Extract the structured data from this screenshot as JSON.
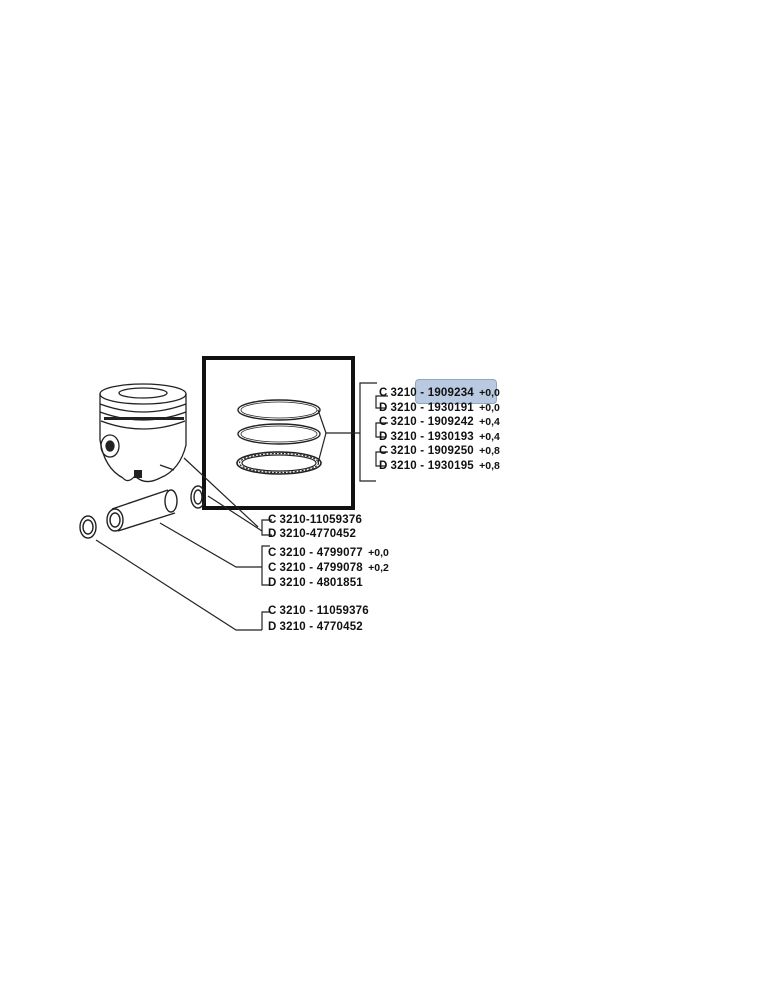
{
  "accent_colors": {
    "highlight_fill": "#b9c9df",
    "line": "#222222"
  },
  "ring_set_parts": [
    {
      "letter": "C",
      "code": "3210 - 1909234",
      "tol": "+0,0",
      "highlighted": true
    },
    {
      "letter": "D",
      "code": "3210 - 1930191",
      "tol": "+0,0"
    },
    {
      "letter": "C",
      "code": "3210 - 1909242",
      "tol": "+0,4"
    },
    {
      "letter": "D",
      "code": "3210 - 1930193",
      "tol": "+0,4"
    },
    {
      "letter": "C",
      "code": "3210 - 1909250",
      "tol": "+0,8"
    },
    {
      "letter": "D",
      "code": "3210 - 1930195",
      "tol": "+0,8"
    }
  ],
  "circlip_parts_upper": [
    {
      "letter": "C",
      "code": "3210-11059376"
    },
    {
      "letter": "D",
      "code": "3210-4770452"
    }
  ],
  "pin_parts": [
    {
      "letter": "C",
      "code": "3210 - 4799077",
      "tol": "+0,0"
    },
    {
      "letter": "C",
      "code": "3210 - 4799078",
      "tol": "+0,2"
    },
    {
      "letter": "D",
      "code": "3210 - 4801851",
      "tol": ""
    }
  ],
  "circlip_parts_lower": [
    {
      "letter": "C",
      "code": "3210 - 11059376"
    },
    {
      "letter": "D",
      "code": "3210 - 4770452"
    }
  ]
}
